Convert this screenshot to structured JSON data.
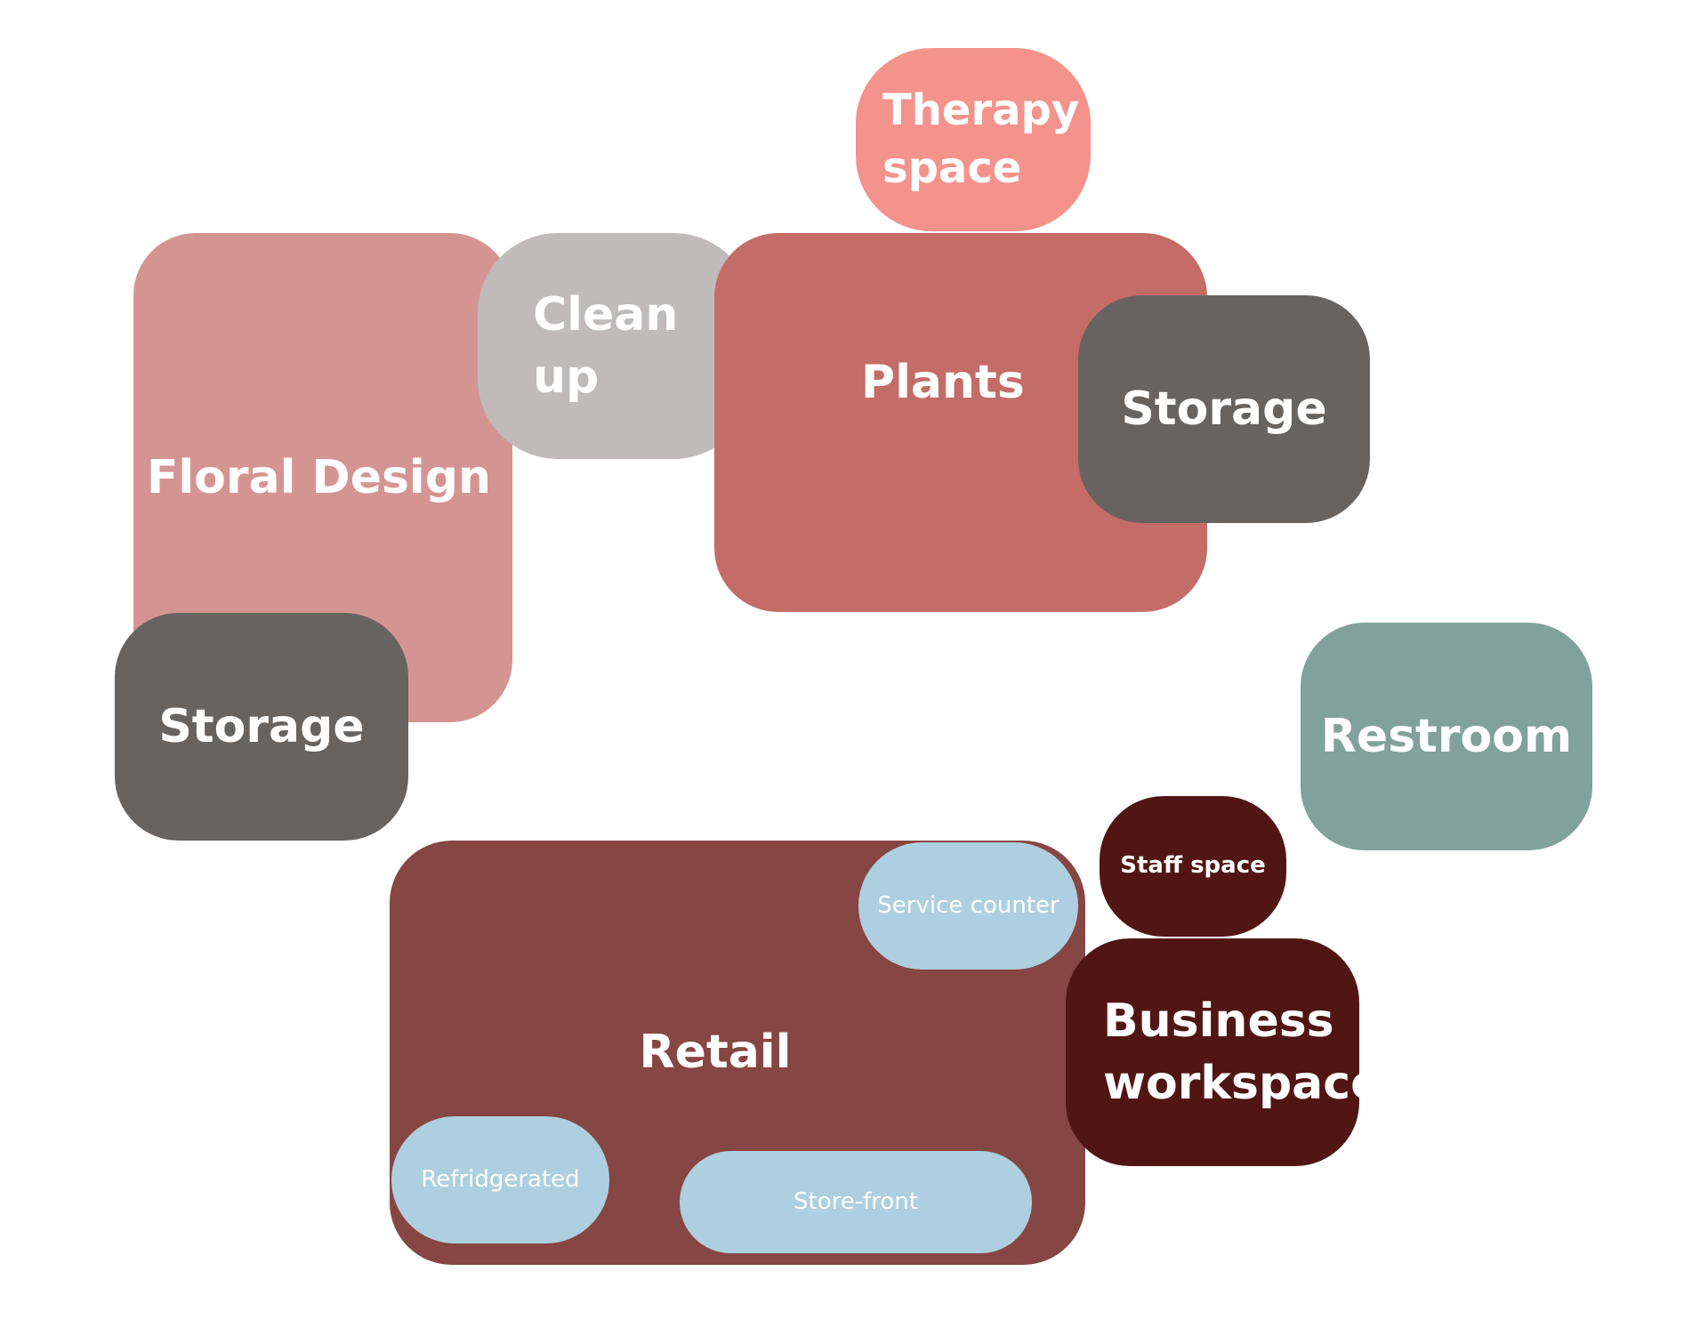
{
  "diagram": {
    "zones": [
      {
        "id": "floral",
        "label": "Floral Design",
        "color": "#d49592"
      },
      {
        "id": "cleanup",
        "label": "Clean\nup",
        "color": "#bfbbba"
      },
      {
        "id": "plants",
        "label": "Plants",
        "color": "#c46c67"
      },
      {
        "id": "therapy",
        "label": "Therapy\nspace",
        "color": "#f4928c"
      },
      {
        "id": "storage1",
        "label": "Storage",
        "color": "#676361"
      },
      {
        "id": "storage2",
        "label": "Storage",
        "color": "#676361"
      },
      {
        "id": "restroom",
        "label": "Restroom",
        "color": "#80a29a"
      },
      {
        "id": "retail",
        "label": "Retail",
        "color": "#864643"
      },
      {
        "id": "service",
        "label": "Service counter",
        "color": "#aecfdf"
      },
      {
        "id": "refrig",
        "label": "Refridgerated",
        "color": "#aecfdf"
      },
      {
        "id": "store",
        "label": "Store-front",
        "color": "#aecfdf"
      },
      {
        "id": "staff",
        "label": "Staff space",
        "color": "#511614"
      },
      {
        "id": "business",
        "label": "Business\nworkspace",
        "color": "#511614"
      }
    ]
  }
}
